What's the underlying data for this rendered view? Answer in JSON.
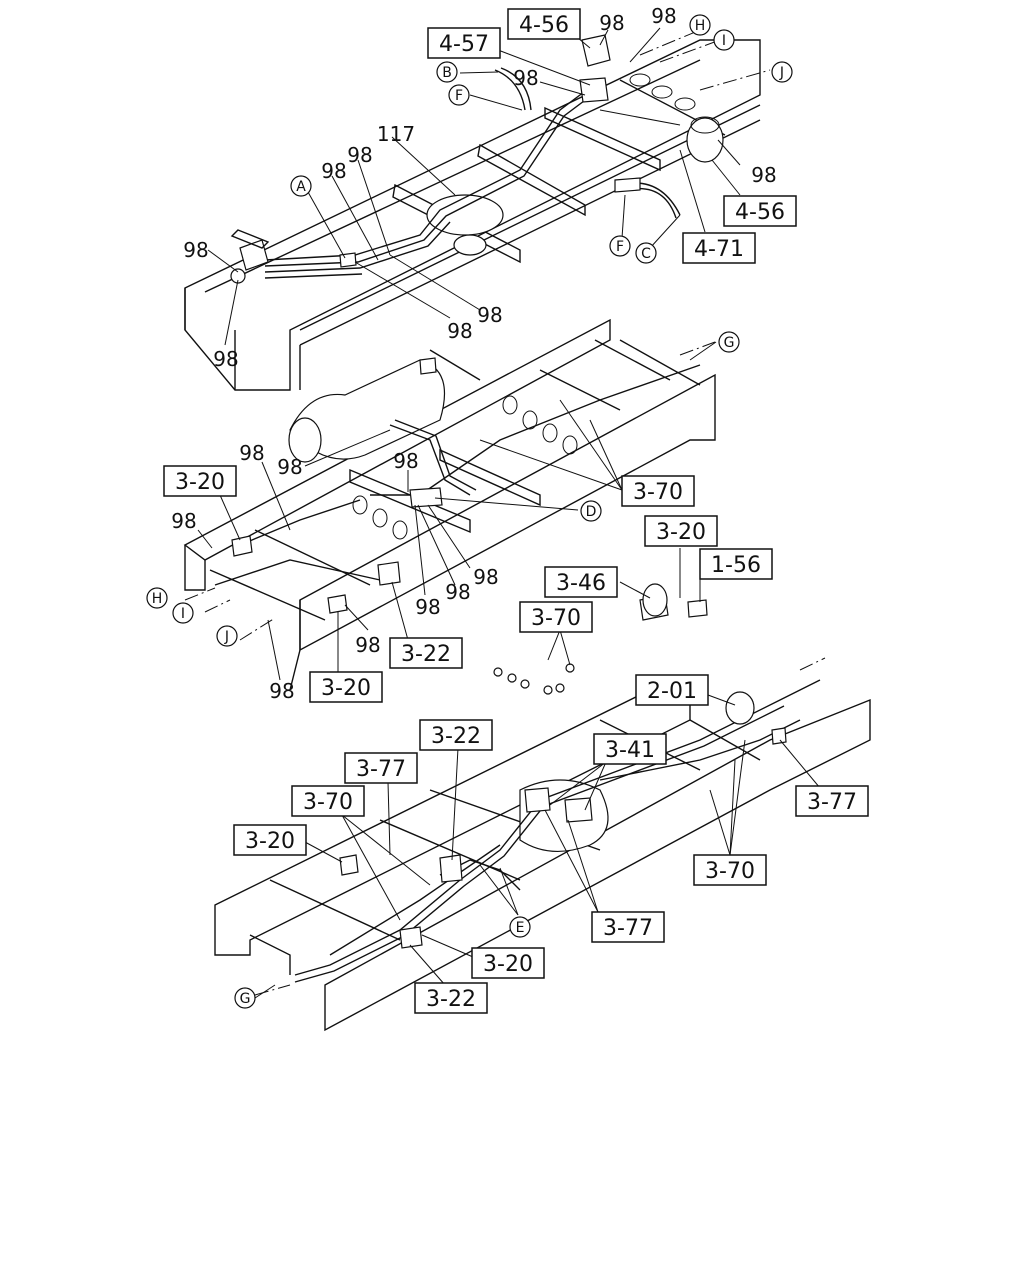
{
  "labels": {
    "b_4_56_top": "4-56",
    "b_4_57": "4-57",
    "b_4_56_right": "4-56",
    "b_4_71": "4-71",
    "b_3_20_a": "3-20",
    "b_3_70_a": "3-70",
    "b_3_22_a": "3-22",
    "b_3_20_b": "3-20",
    "b_3_20_c": "3-20",
    "b_1_56": "1-56",
    "b_3_46": "3-46",
    "b_3_70_b": "3-70",
    "b_2_01": "2-01",
    "b_3_22_b": "3-22",
    "b_3_41": "3-41",
    "b_3_77_a": "3-77",
    "b_3_77_b": "3-77",
    "b_3_70_c": "3-70",
    "b_3_20_d": "3-20",
    "b_3_70_d": "3-70",
    "b_3_77_c": "3-77",
    "b_3_20_e": "3-20",
    "b_3_22_c": "3-22",
    "n98": "98",
    "n117": "117"
  },
  "callouts": {
    "A": "A",
    "B": "B",
    "C": "C",
    "D": "D",
    "E": "E",
    "F": "F",
    "G": "G",
    "H": "H",
    "I": "I",
    "J": "J"
  }
}
